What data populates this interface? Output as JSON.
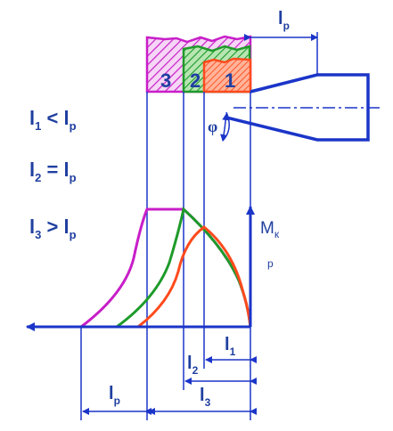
{
  "labels": {
    "lp_top": {
      "main": "l",
      "sub": "p"
    },
    "zone1": "1",
    "zone2": "2",
    "zone3": "3",
    "phi": "φ",
    "cond1": {
      "a": "l",
      "a_sub": "1",
      "op": " < ",
      "b": "l",
      "b_sub": "p"
    },
    "cond2": {
      "a": "l",
      "a_sub": "2",
      "op": " = ",
      "b": "l",
      "b_sub": "p"
    },
    "cond3": {
      "a": "l",
      "a_sub": "3",
      "op": " > ",
      "b": "l",
      "b_sub": "p"
    },
    "mk": {
      "main": "M",
      "sub": "к",
      "line2": "р"
    },
    "dim_l1": {
      "main": "l",
      "sub": "1"
    },
    "dim_l2": {
      "main": "l",
      "sub": "2"
    },
    "dim_l3": {
      "main": "l",
      "sub": "3"
    },
    "dim_lp": {
      "main": "l",
      "sub": "p"
    }
  },
  "colors": {
    "axis_blue": "#1b35c8",
    "text_blue": "#1f3fa0",
    "curve1": "#ff4a1c",
    "curve2": "#1e9a2a",
    "curve3": "#c81ec8",
    "hatch1_fill": "#ff6a3a",
    "hatch2_fill": "#34b040",
    "hatch3_fill": "#d040d0"
  },
  "icons": {
    "tool_shape": "cutter-tool-outline",
    "arrow": "arrow-head"
  }
}
